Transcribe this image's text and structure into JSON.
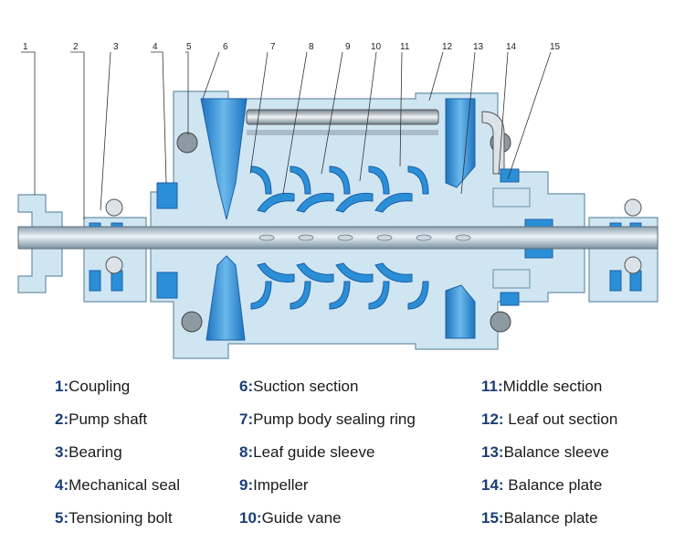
{
  "callout_numbers": [
    "1",
    "2",
    "3",
    "4",
    "5",
    "6",
    "7",
    "8",
    "9",
    "10",
    "11",
    "12",
    "13",
    "14",
    "15"
  ],
  "legend": [
    {
      "num": "1:",
      "label": "Coupling"
    },
    {
      "num": "2:",
      "label": "Pump shaft"
    },
    {
      "num": "3:",
      "label": "Bearing"
    },
    {
      "num": "4:",
      "label": "Mechanical seal"
    },
    {
      "num": "5:",
      "label": "Tensioning bolt"
    },
    {
      "num": "6:",
      "label": "Suction section"
    },
    {
      "num": "7:",
      "label": "Pump body sealing ring"
    },
    {
      "num": "8:",
      "label": "Leaf guide sleeve"
    },
    {
      "num": "9:",
      "label": "Impeller"
    },
    {
      "num": "10:",
      "label": "Guide vane"
    },
    {
      "num": "11:",
      "label": "Middle section"
    },
    {
      "num": "12: ",
      "label": " Leaf out section"
    },
    {
      "num": "13:",
      "label": "Balance sleeve"
    },
    {
      "num": "14: ",
      "label": " Balance plate"
    },
    {
      "num": "15:",
      "label": "Balance plate"
    }
  ],
  "colors": {
    "body_fill": "#cfe6f2",
    "body_stroke": "#6a8fa8",
    "water_blue": "#2a8fd6",
    "dark_blue": "#1f5fa8",
    "legend_text": "#1a3d78"
  }
}
